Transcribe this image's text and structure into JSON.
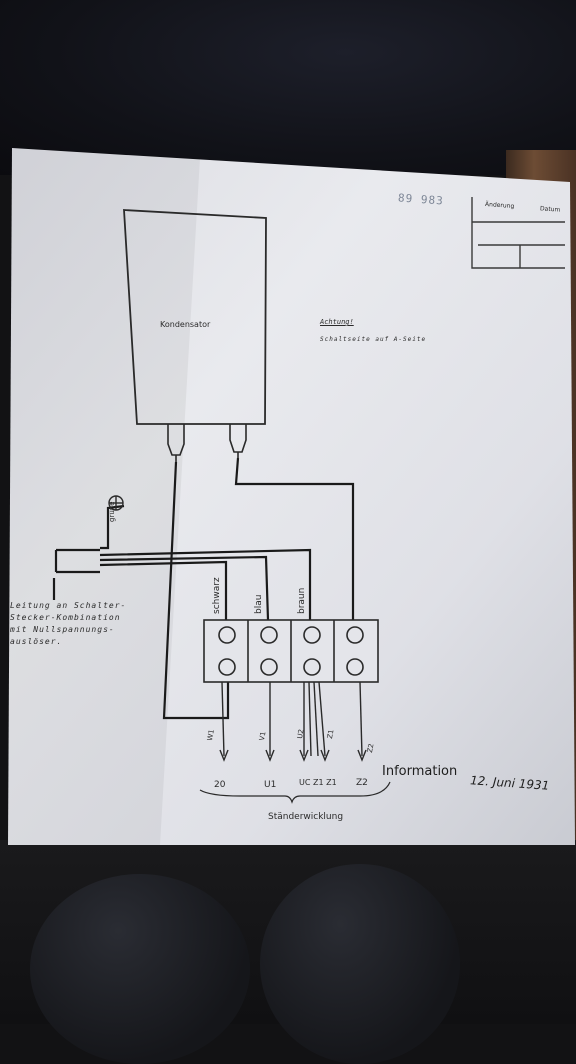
{
  "document": {
    "doc_number": "89 983",
    "stamp_col1": "Änderung",
    "stamp_col2": "Datum",
    "capacitor_label": "Kondensator",
    "warning_title": "Achtung!",
    "warning_text": "Schaltseite auf A-Seite",
    "ground_label": "grüne",
    "lead_note": [
      "Leitung an Schalter-",
      "Stecker-Kombination",
      "mit Nullspannungs-",
      "auslöser."
    ],
    "wire_labels": [
      "schwarz",
      "blau",
      "braun"
    ],
    "arrow_labels": [
      "W1",
      "V1",
      "U2",
      "Z1",
      "Z2"
    ],
    "terminal_labels": [
      "20",
      "U1",
      "UC Z1 Z1",
      "Z2"
    ],
    "info_text": "Information",
    "date_text": "12. Juni 1931",
    "winding_label": "Ständerwicklung"
  }
}
